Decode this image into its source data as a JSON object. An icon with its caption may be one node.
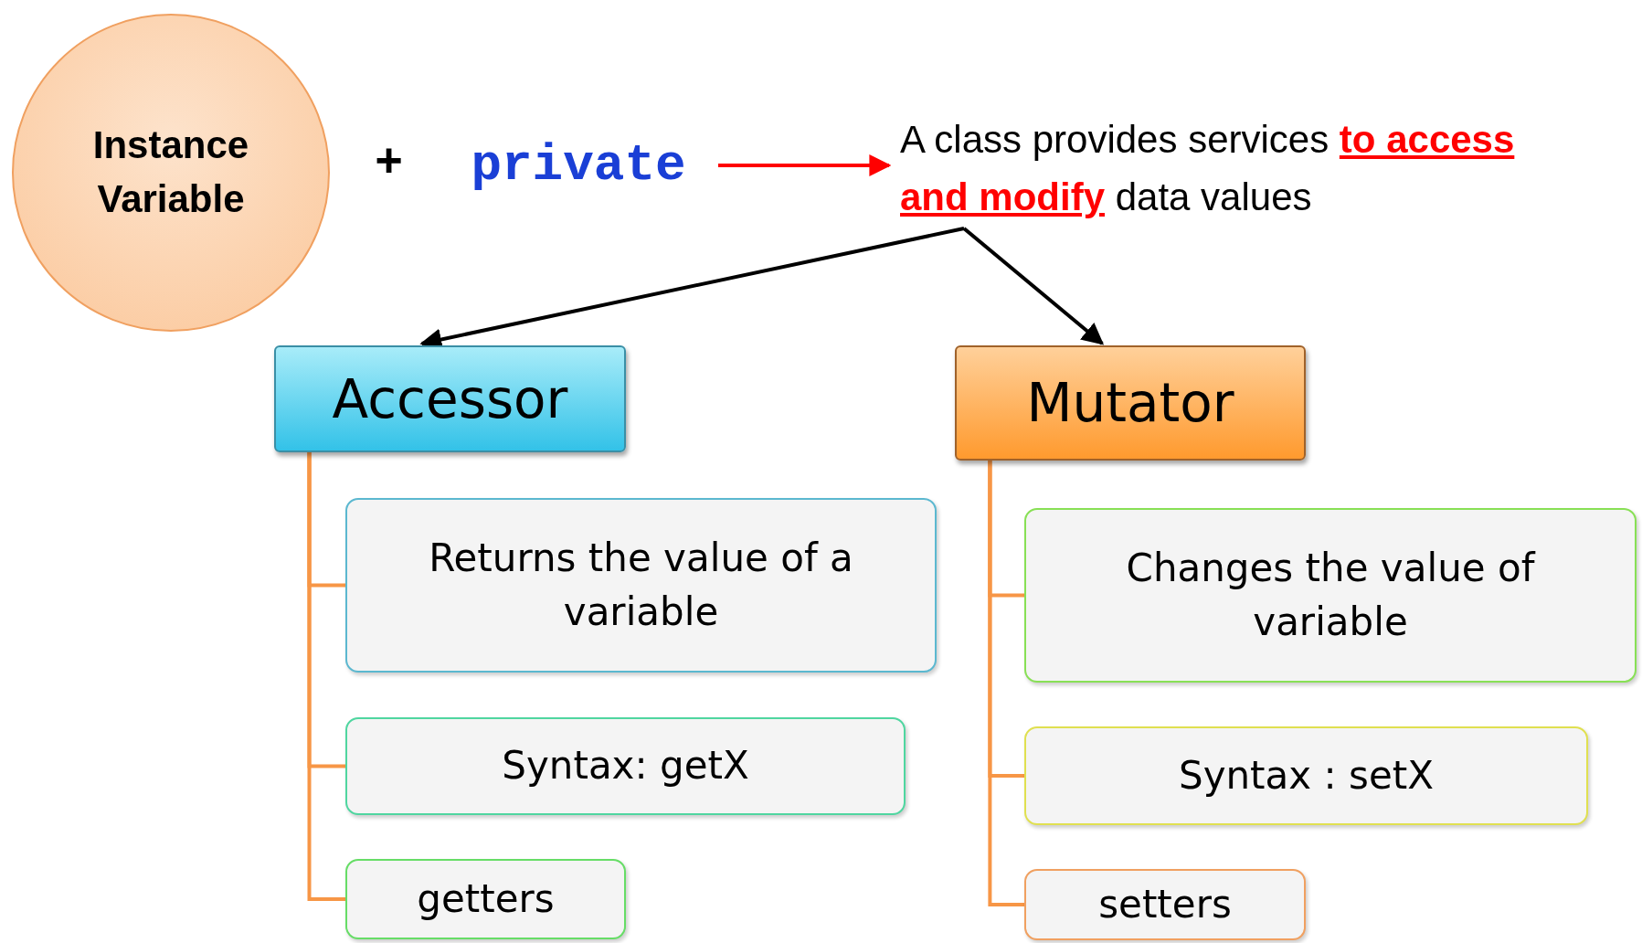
{
  "diagram": {
    "nodes": [
      {
        "text": [
          "Instance Variable"
        ]
      },
      {
        "text": [
          "private"
        ]
      },
      {
        "text": [
          "A class provides services **to access and modify** data values"
        ]
      },
      {
        "text": [
          "Accessor"
        ]
      },
      {
        "text": [
          "Returns the value of a variable"
        ]
      },
      {
        "text": [
          "Syntax: getX"
        ]
      },
      {
        "text": [
          "getters"
        ]
      },
      {
        "text": [
          "Mutator"
        ]
      },
      {
        "text": [
          "Changes the value of variable"
        ]
      },
      {
        "text": [
          "Syntax : setX"
        ]
      },
      {
        "text": [
          "setters"
        ]
      }
    ],
    "edges": [
      {
        "from": 1,
        "to": 2,
        "arrow": "to",
        "color": "#ff0000"
      },
      {
        "from": 2,
        "to": 3,
        "arrow": "to",
        "color": "#000000"
      },
      {
        "from": 2,
        "to": 7,
        "arrow": "to",
        "color": "#000000"
      },
      {
        "from": 3,
        "to": 4,
        "arrow": "none"
      },
      {
        "from": 3,
        "to": 5,
        "arrow": "none"
      },
      {
        "from": 3,
        "to": 6,
        "arrow": "none"
      },
      {
        "from": 7,
        "to": 8,
        "arrow": "none"
      },
      {
        "from": 7,
        "to": 9,
        "arrow": "none"
      },
      {
        "from": 7,
        "to": 10,
        "arrow": "none"
      }
    ],
    "labels": [
      "+"
    ]
  }
}
